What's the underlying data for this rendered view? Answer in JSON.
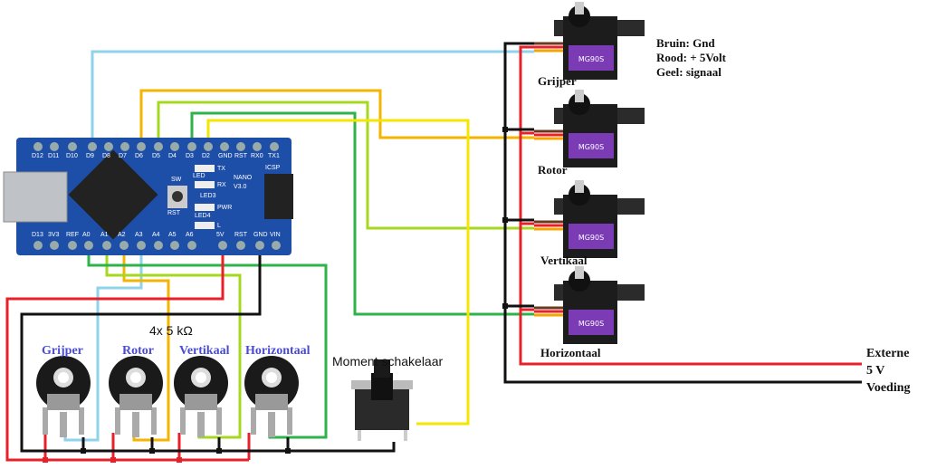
{
  "legend": {
    "line1": "Bruin: Gnd",
    "line2": "Rood: + 5Volt",
    "line3": "Geel: signaal"
  },
  "servos": [
    {
      "label": "Grijper",
      "model": "MG90S"
    },
    {
      "label": "Rotor",
      "model": "MG90S"
    },
    {
      "label": "Vertikaal",
      "model": "MG90S"
    },
    {
      "label": "Horizontaal",
      "model": "MG90S"
    }
  ],
  "pots": {
    "value_label": "4x  5 kΩ",
    "items": [
      {
        "label": "Grijper"
      },
      {
        "label": "Rotor"
      },
      {
        "label": "Vertikaal"
      },
      {
        "label": "Horizontaal"
      }
    ]
  },
  "switch": {
    "label": "Moment schakelaar"
  },
  "power": {
    "line1": "Externe",
    "line2": "5 V",
    "line3": "Voeding"
  },
  "board": {
    "top_pins": [
      "D12",
      "D11",
      "D10",
      "D9",
      "D8",
      "D7",
      "D6",
      "D5",
      "D4",
      "D3",
      "LED",
      "D2",
      "GND",
      "RST",
      "RX0",
      "TX1"
    ],
    "bottom_pins": [
      "D13",
      "3V3",
      "REF",
      "A0",
      "A1",
      "A2",
      "A3",
      "A4",
      "A5",
      "A6",
      "LED3",
      "5V",
      "RST",
      "GND",
      "VIN"
    ],
    "markings": [
      "NANO",
      "V3.0",
      "ICSP",
      "TX",
      "RX",
      "PWR",
      "L",
      "LED4",
      "RST",
      "SW"
    ]
  },
  "colors": {
    "lightblue": "#8fd3ea",
    "orange": "#f5b400",
    "lightgreen": "#a6d820",
    "green": "#2db34a",
    "yellow": "#f5e600",
    "red": "#e8202a",
    "black": "#111111",
    "board": "#1e4fa8",
    "pot_label": "#4a4ad8"
  }
}
